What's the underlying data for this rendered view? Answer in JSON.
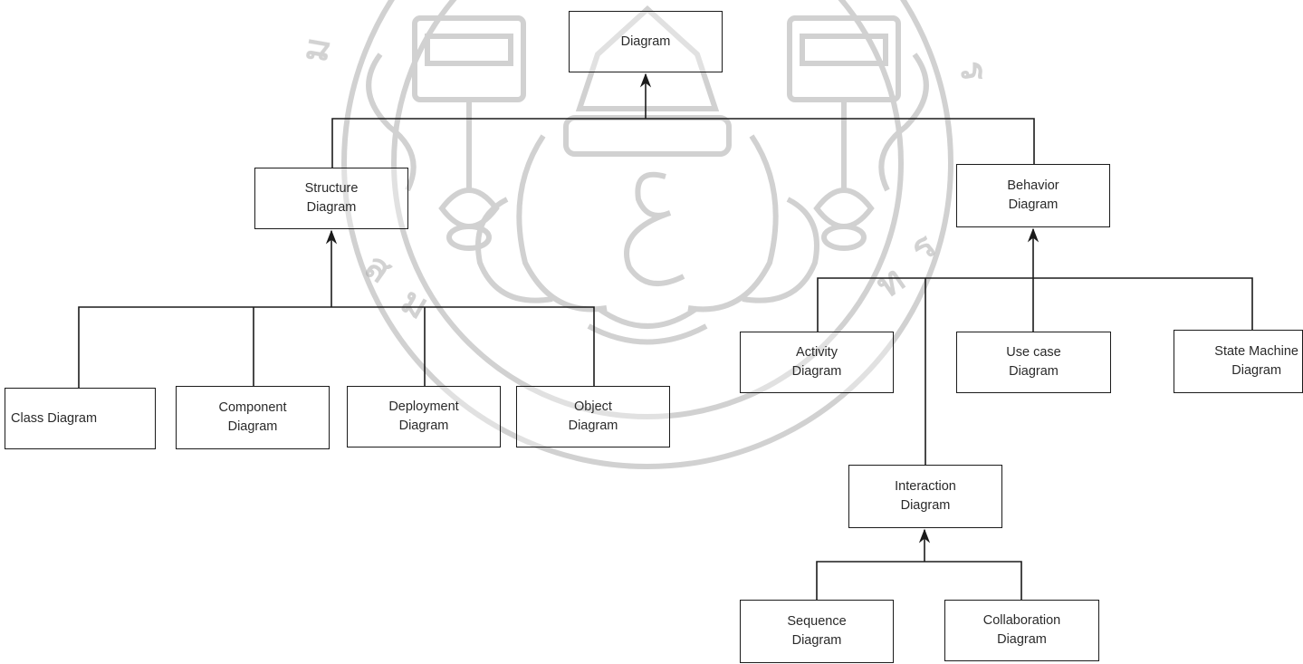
{
  "diagram": {
    "nodes": {
      "diagram": "Diagram",
      "structure": "Structure\nDiagram",
      "behavior": "Behavior\nDiagram",
      "class": "Class Diagram",
      "component": "Component\nDiagram",
      "deployment": "Deployment\nDiagram",
      "object": "Object\nDiagram",
      "activity": "Activity\nDiagram",
      "usecase": "Use case\nDiagram",
      "statemachine": "State Machine\nDiagram",
      "interaction": "Interaction\nDiagram",
      "sequence": "Sequence\nDiagram",
      "collaboration": "Collaboration\nDiagram"
    },
    "relations": [
      {
        "from": "structure",
        "to": "diagram",
        "type": "generalization"
      },
      {
        "from": "behavior",
        "to": "diagram",
        "type": "generalization"
      },
      {
        "from": "class",
        "to": "structure",
        "type": "generalization"
      },
      {
        "from": "component",
        "to": "structure",
        "type": "generalization"
      },
      {
        "from": "deployment",
        "to": "structure",
        "type": "generalization"
      },
      {
        "from": "object",
        "to": "structure",
        "type": "generalization"
      },
      {
        "from": "activity",
        "to": "behavior",
        "type": "generalization"
      },
      {
        "from": "usecase",
        "to": "behavior",
        "type": "generalization"
      },
      {
        "from": "statemachine",
        "to": "behavior",
        "type": "generalization"
      },
      {
        "from": "interaction",
        "to": "behavior",
        "type": "generalization"
      },
      {
        "from": "sequence",
        "to": "interaction",
        "type": "generalization"
      },
      {
        "from": "collaboration",
        "to": "interaction",
        "type": "generalization"
      }
    ]
  },
  "colors": {
    "line": "#1b1b1b",
    "watermark": "#9a9a9a",
    "background": "#ffffff"
  }
}
